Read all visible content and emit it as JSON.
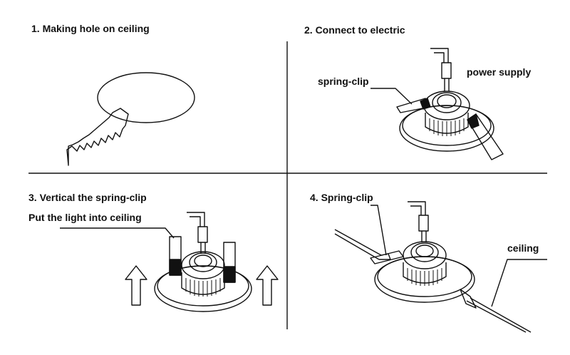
{
  "panels": [
    {
      "step_title": "1. Making hole on ceiling"
    },
    {
      "step_title": "2. Connect to electric",
      "callouts": [
        "spring-clip",
        "power supply"
      ]
    },
    {
      "step_title": "3. Vertical the spring-clip",
      "callouts": [
        "Put the light into ceiling"
      ]
    },
    {
      "step_title": "4. Spring-clip",
      "callouts": [
        "ceiling"
      ]
    }
  ],
  "colors": {
    "line": "#111111",
    "background": "#ffffff"
  }
}
